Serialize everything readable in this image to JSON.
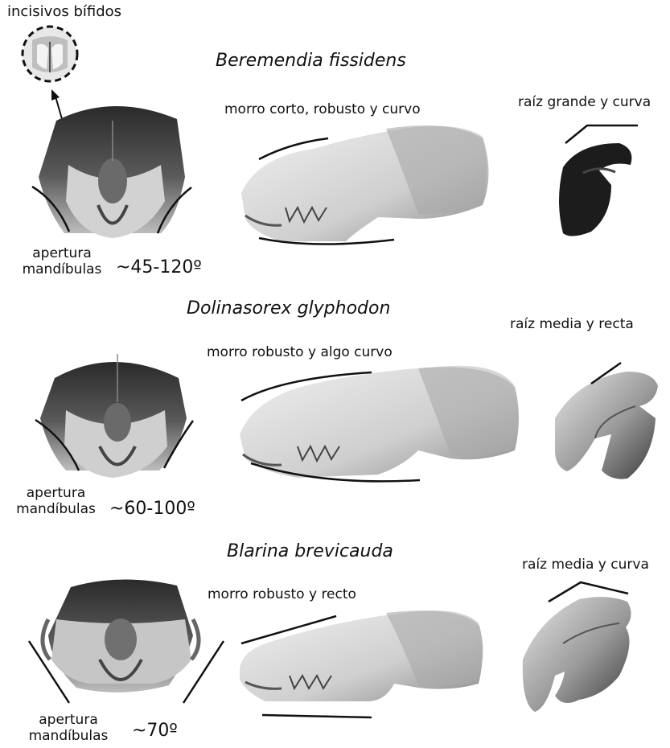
{
  "inset": {
    "label": "incisivos bífidos"
  },
  "panels": [
    {
      "species": "Beremendia  fissidens",
      "snout": "morro corto, robusto y curvo",
      "root": "raíz grande y curva",
      "jaw_label_1": "apertura",
      "jaw_label_2": "mandíbulas",
      "angle": "~45-120º"
    },
    {
      "species": "Dolinasorex glyphodon",
      "snout": "morro robusto y algo curvo",
      "root": "raíz media y recta",
      "jaw_label_1": "apertura",
      "jaw_label_2": "mandíbulas",
      "angle": "~60-100º"
    },
    {
      "species": "Blarina  brevicauda",
      "snout": "morro robusto y recto",
      "root": "raíz media y curva",
      "jaw_label_1": "apertura",
      "jaw_label_2": "mandíbulas",
      "angle": "~70º"
    }
  ],
  "colors": {
    "bone_light": "#d9d9d9",
    "bone_dark": "#2e2e2e",
    "root_dark": "#1c1c1c",
    "line": "#111111"
  }
}
